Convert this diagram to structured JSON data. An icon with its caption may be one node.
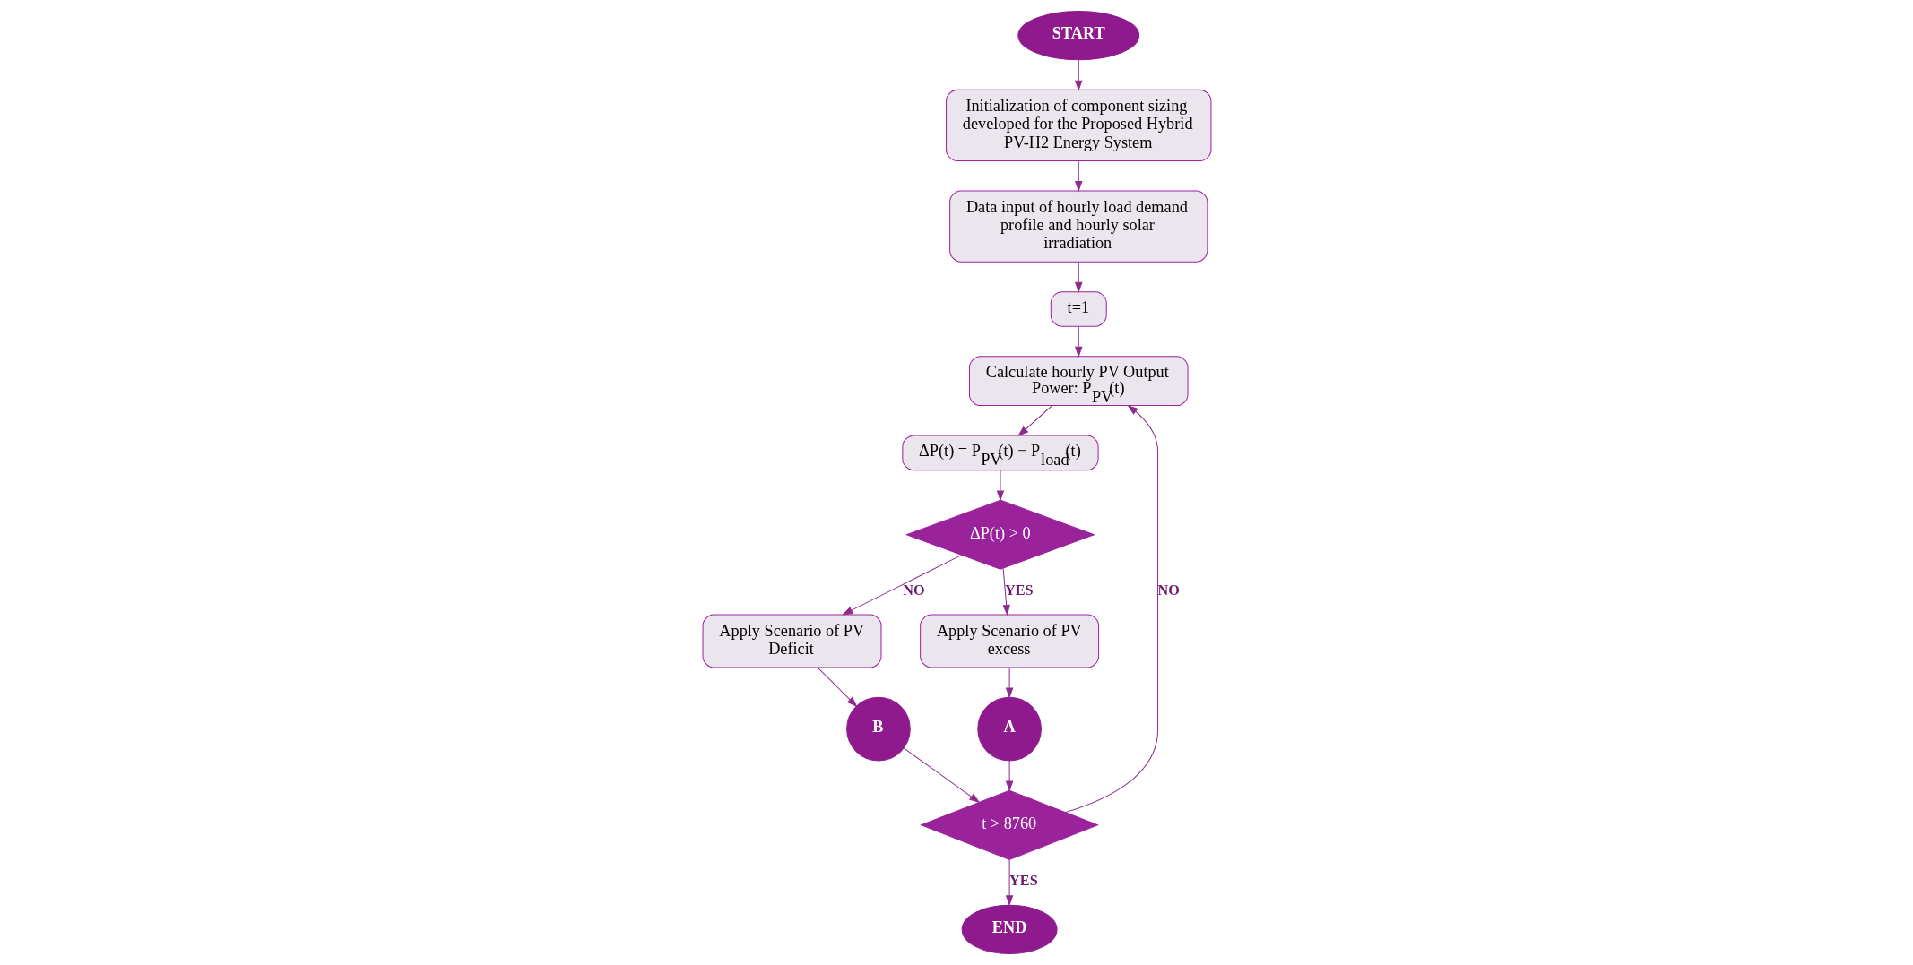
{
  "diagram": {
    "nodes": [
      {
        "text": [
          "START"
        ]
      },
      {
        "text": [
          "Initialization of component sizing developed for the Proposed Hybrid PV-H2 Energy System"
        ]
      },
      {
        "text": [
          "Data input of hourly load demand profile and hourly solar irradiation"
        ]
      },
      {
        "text": [
          "t=1"
        ]
      },
      {
        "text": [
          "Calculate hourly PV Output Power: P$_{PV}$(t)"
        ]
      },
      {
        "text": [
          "ΔP(t) = P$_{PV}$(t) − P$_{load}$(t)"
        ]
      },
      {
        "text": [
          "ΔP(t) > 0"
        ]
      },
      {
        "text": [
          "Apply Scenario of PV Deficit"
        ]
      },
      {
        "text": [
          "Apply Scenario of PV excess"
        ]
      },
      {
        "text": [
          "A"
        ]
      },
      {
        "text": [
          "B"
        ]
      },
      {
        "text": [
          "t > 8760"
        ]
      },
      {
        "text": [
          "END"
        ]
      }
    ],
    "edges": [
      {
        "from": 0,
        "to": 1,
        "arrow": "to"
      },
      {
        "from": 1,
        "to": 2,
        "arrow": "to"
      },
      {
        "from": 2,
        "to": 3,
        "arrow": "to"
      },
      {
        "from": 3,
        "to": 4,
        "arrow": "to"
      },
      {
        "from": 4,
        "to": 5,
        "arrow": "to"
      },
      {
        "from": 5,
        "to": 6,
        "arrow": "to"
      },
      {
        "from": 6,
        "to": 7,
        "arrow": "to",
        "label": "NO"
      },
      {
        "from": 6,
        "to": 8,
        "arrow": "to",
        "label": "YES"
      },
      {
        "from": 7,
        "to": 10,
        "arrow": "to"
      },
      {
        "from": 8,
        "to": 9,
        "arrow": "to"
      },
      {
        "from": 9,
        "to": 11,
        "arrow": "to"
      },
      {
        "from": 10,
        "to": 11,
        "arrow": "to"
      },
      {
        "from": 11,
        "to": 4,
        "arrow": "to",
        "label": "NO"
      },
      {
        "from": 11,
        "to": 12,
        "arrow": "to",
        "label": "YES"
      }
    ]
  }
}
